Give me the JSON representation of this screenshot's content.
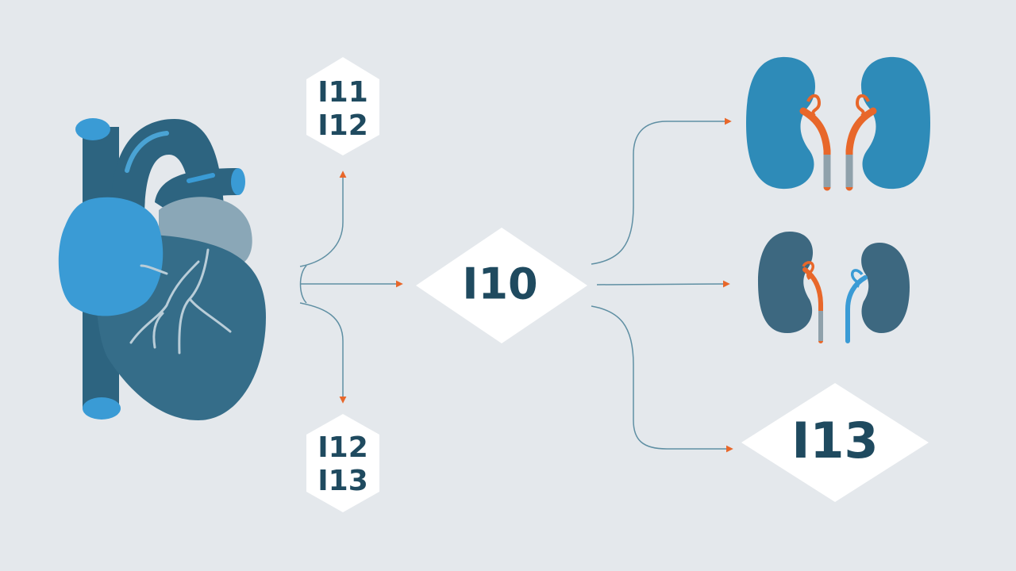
{
  "nodes": {
    "top_codes": [
      "I11",
      "I12"
    ],
    "center_code": "I10",
    "bottom_codes": [
      "I12",
      "I13"
    ],
    "right_code": "I13"
  },
  "colors": {
    "background": "#e4e8ec",
    "heart_dark": "#2d6480",
    "heart_mid": "#3a7ea0",
    "heart_light": "#3a9bd5",
    "kidney_blue": "#2e8bb8",
    "kidney_dark": "#3d6880",
    "arrow_head": "#e8672a",
    "line": "#5f8fa3",
    "text": "#1f4a5f"
  },
  "icons": [
    "heart-icon",
    "kidneys-icon",
    "small-kidneys-icon"
  ]
}
